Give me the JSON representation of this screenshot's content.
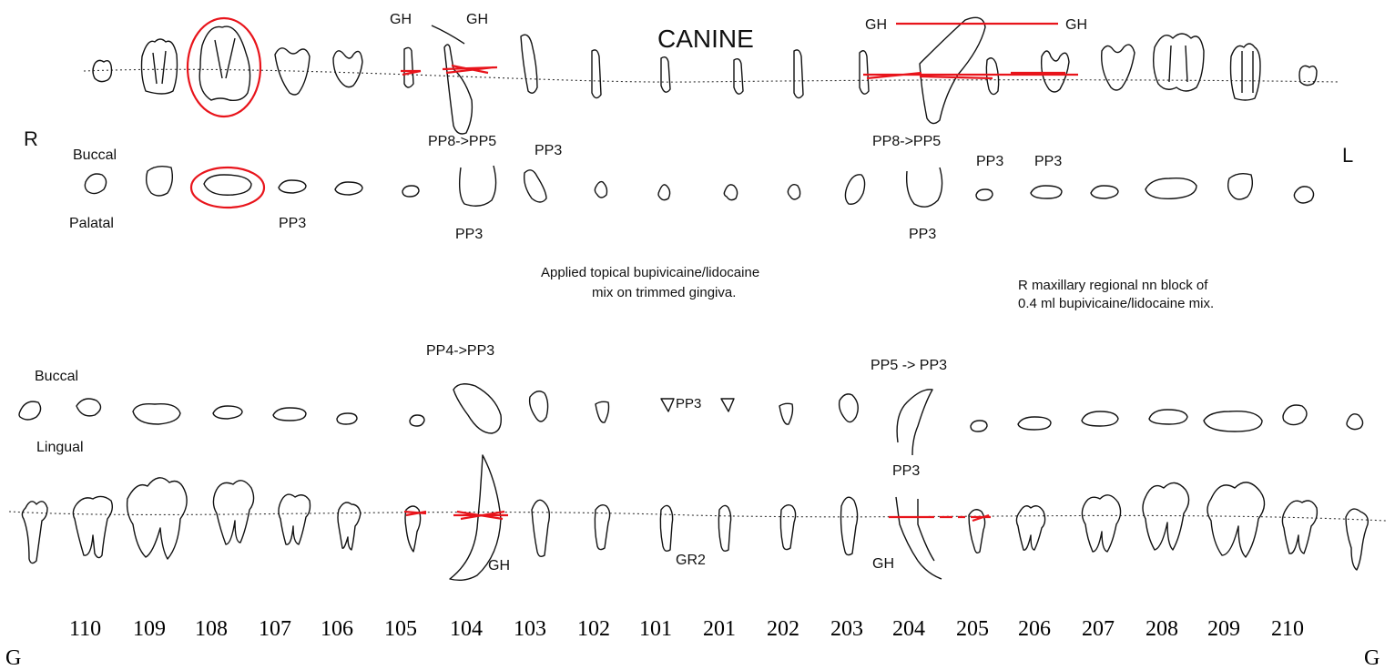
{
  "diagram": {
    "side_labels": {
      "right": "R",
      "left": "L"
    },
    "upper_labels": {
      "buccal": "Buccal",
      "palatal": "Palatal",
      "canine": "CANINE"
    },
    "lower_labels": {
      "buccal": "Buccal",
      "lingual": "Lingual"
    },
    "tooth_numbers": [
      "110",
      "109",
      "108",
      "107",
      "106",
      "105",
      "104",
      "103",
      "102",
      "101",
      "201",
      "202",
      "203",
      "204",
      "205",
      "206",
      "207",
      "208",
      "209",
      "210"
    ],
    "corner_marks": {
      "left": "G",
      "right": "G"
    },
    "annotations": {
      "gh_1": "GH",
      "gh_2": "GH",
      "gh_3": "GH",
      "gh_4": "GH",
      "pp8_pp5_a": "PP8->PP5",
      "pp3_a": "PP3",
      "pp8_pp5_b": "PP8->PP5",
      "pp3_b": "PP3",
      "pp3_c": "PP3",
      "pp3_d": "PP3",
      "pp3_e": "PP3",
      "pp3_f": "PP3",
      "pp4_pp3": "PP4->PP3",
      "pp5_pp3": "PP5 -> PP3",
      "pp3_g": "PP3",
      "pp3_h": "PP3",
      "gh_5": "GH",
      "gr2": "GR2",
      "gh_6": "GH"
    },
    "notes": {
      "topical_line1": "Applied topical bupivicaine/lidocaine",
      "topical_line2": "mix on trimmed gingiva.",
      "block_line1": "R maxillary regional nn block of",
      "block_line2": "0.4 ml bupivicaine/lidocaine mix."
    },
    "colors": {
      "ink": "#111111",
      "marking": "#e8141b"
    }
  }
}
